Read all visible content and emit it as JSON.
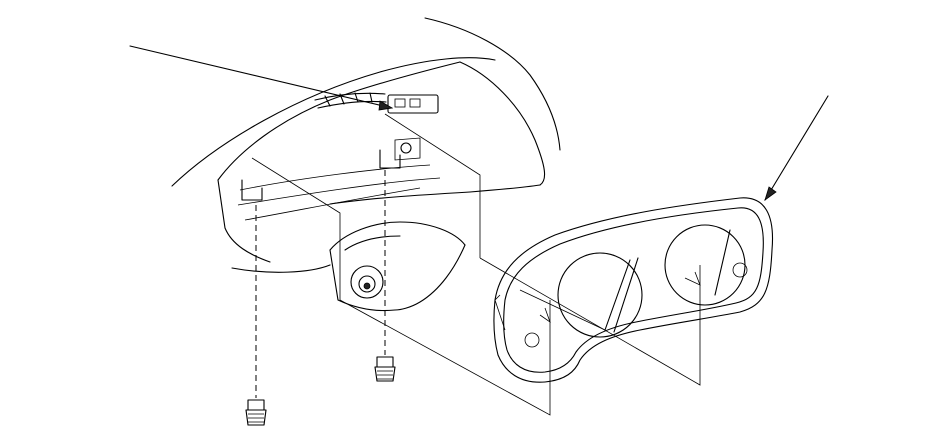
{
  "diagram": {
    "type": "exploded-assembly-drawing",
    "parts": [
      "dashboard-hood",
      "wire-harness-connector",
      "steering-column-cover",
      "instrument-cluster",
      "mounting-screw-left",
      "mounting-screw-center"
    ],
    "callouts": [
      "pointer-to-connector",
      "pointer-to-cluster"
    ],
    "labels": []
  }
}
